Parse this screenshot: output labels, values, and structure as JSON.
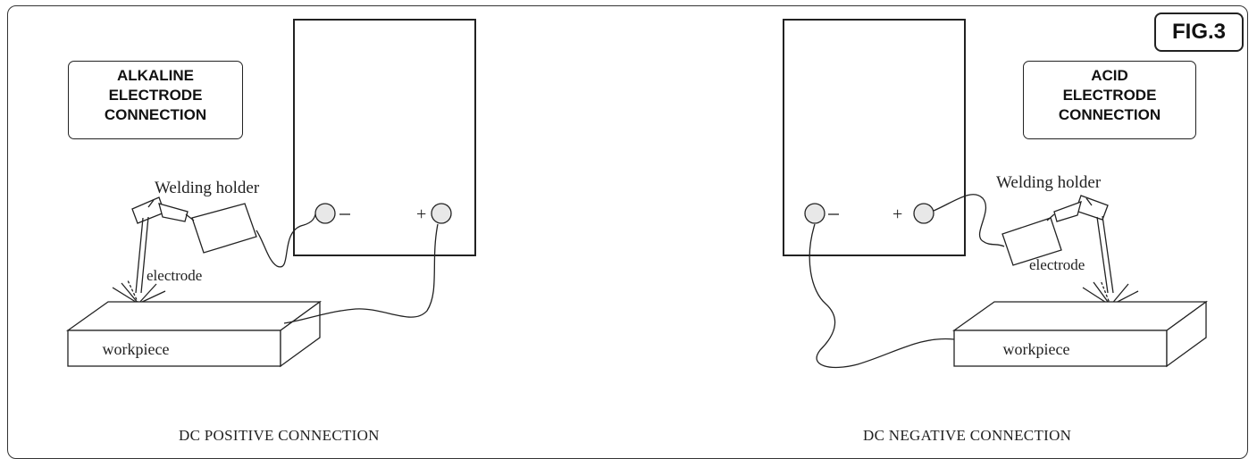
{
  "figure_label": "FIG.3",
  "left": {
    "box_lines": [
      "ALKALINE",
      "ELECTRODE",
      "CONNECTION"
    ],
    "holder_label": "Welding holder",
    "electrode_label": "electrode",
    "workpiece_label": "workpiece",
    "minus_sign": "−",
    "plus_sign": "+",
    "caption": "DC POSITIVE CONNECTION"
  },
  "right": {
    "box_lines": [
      "ACID",
      "ELECTRODE",
      "CONNECTION"
    ],
    "holder_label": "Welding holder",
    "electrode_label": "electrode",
    "workpiece_label": "workpiece",
    "minus_sign": "−",
    "plus_sign": "+",
    "caption": "DC NEGATIVE CONNECTION"
  }
}
